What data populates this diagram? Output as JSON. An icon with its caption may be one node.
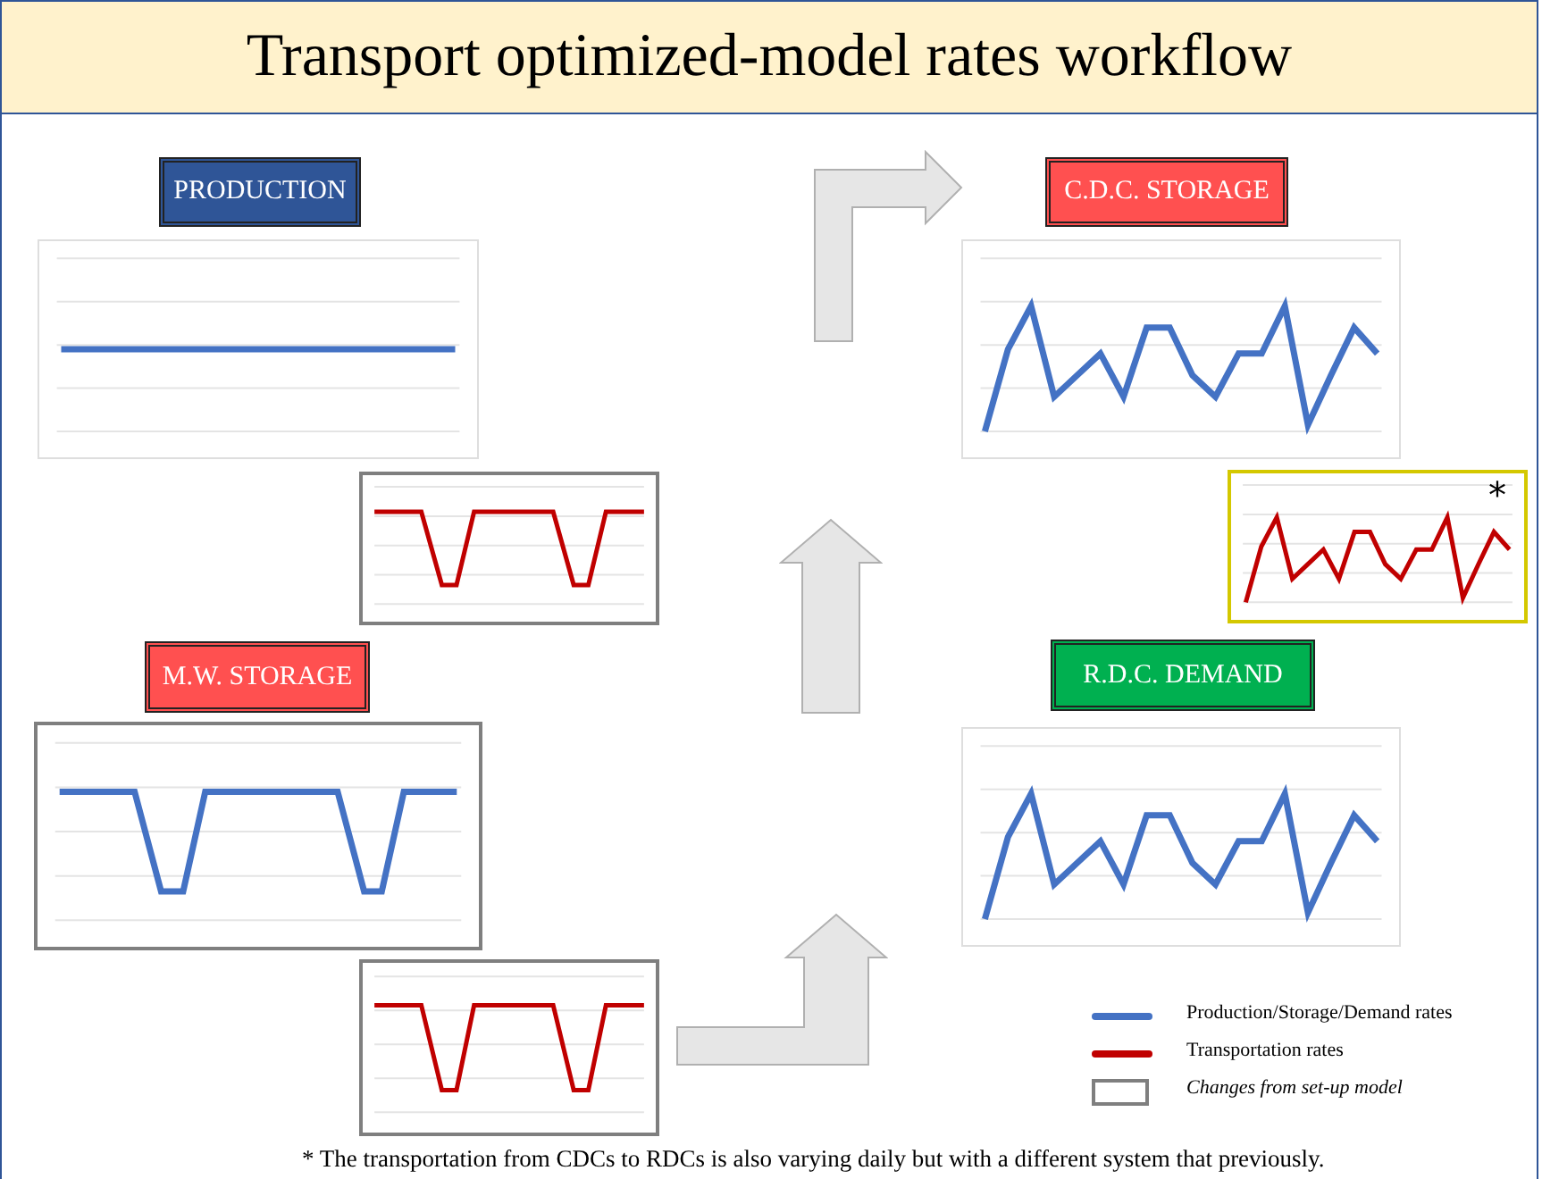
{
  "diagram": {
    "title": "Transport optimized-model rates workflow",
    "caption": "* The transportation from CDCs to RDCs is also varying daily but with a different system that previously.",
    "nodes": [
      {
        "text": [
          "PRODUCTION"
        ]
      },
      {
        "text": [
          "M.W. STORAGE"
        ]
      },
      {
        "text": [
          "C.D.C. STORAGE"
        ]
      },
      {
        "text": [
          "R.D.C. DEMAND"
        ]
      }
    ],
    "labels": [
      "*"
    ],
    "legend": [
      {
        "text": "Production/Storage/Demand rates"
      },
      {
        "text": "Transportation rates"
      },
      {
        "text": "Changes from set-up model"
      }
    ]
  }
}
